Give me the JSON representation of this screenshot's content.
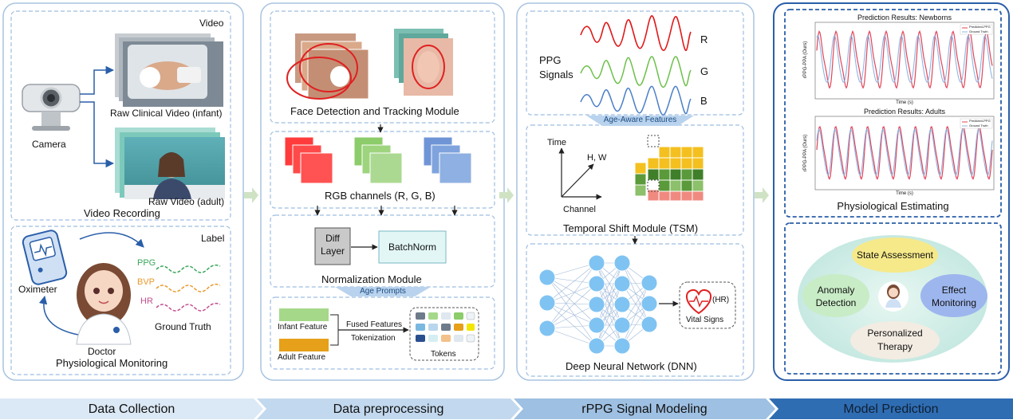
{
  "collection": {
    "video_tag": "Video",
    "raw_clinical": "Raw Clinical Video (infant)",
    "camera": "Camera",
    "raw_adult": "Raw Video (adult)",
    "video_recording": "Video Recording",
    "label_tag": "Label",
    "oximeter": "Oximeter",
    "ppg": "PPG",
    "bvp": "BVP",
    "hr": "HR",
    "ground_truth": "Ground Truth",
    "doctor": "Doctor",
    "physio_monitoring": "Physiological Monitoring"
  },
  "preprocessing": {
    "face_module": "Face Detection and Tracking Module",
    "rgb_channels": "RGB channels (R, G, B)",
    "diff_layer_1": "Diff",
    "diff_layer_2": "Layer",
    "batchnorm": "BatchNorm",
    "normalization": "Normalization Module",
    "age_prompts": "Age Prompts",
    "infant_feature": "Infant Feature",
    "adult_feature": "Adult Feature",
    "fused_features": "Fused Features",
    "tokenization": "Tokenization",
    "tokens": "Tokens"
  },
  "modeling": {
    "ppg_signals_1": "PPG",
    "ppg_signals_2": "Signals",
    "r": "R",
    "g": "G",
    "b": "B",
    "age_aware": "Age-Aware Features",
    "time": "Time",
    "hw": "H, W",
    "channel": "Channel",
    "tsm": "Temporal Shift Module (TSM)",
    "hr": "(HR)",
    "vital_signs": "Vital Signs",
    "dnn": "Deep Neural Network (DNN)"
  },
  "prediction": {
    "chart1_title": "Prediction Results: Newborns",
    "chart2_title": "Prediction Results: Adults",
    "legend_pred": "Predicted-PPG",
    "legend_gt": "Ground Truth",
    "ylabel": "rPPG-PPA (Ours)",
    "xlabel": "Time (s)",
    "physio_estimating": "Physiological Estimating",
    "state_assessment": "State Assessment",
    "anomaly_1": "Anomaly",
    "anomaly_2": "Detection",
    "effect_1": "Effect",
    "effect_2": "Monitoring",
    "therapy_1": "Personalized",
    "therapy_2": "Therapy"
  },
  "stages": [
    "Data Collection",
    "Data preprocessing",
    "rPPG Signal Modeling",
    "Model Prediction"
  ],
  "colors": {
    "panel_border": "#a9c4e0",
    "dashed": "#9dbde0",
    "dark_border": "#2a5ea8",
    "chevron_1": "#dbe8f5",
    "chevron_2": "#c2d8ee",
    "chevron_3": "#9ec0e2",
    "chevron_4": "#2f6db3",
    "red": "#e02020",
    "green": "#4caf50",
    "blue": "#4a7fc8"
  }
}
